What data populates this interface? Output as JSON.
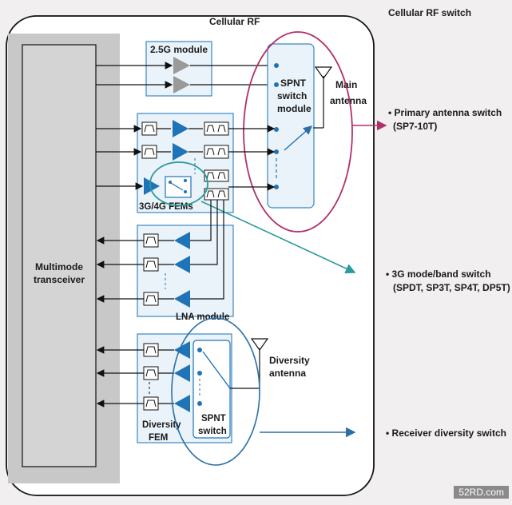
{
  "labels": {
    "cellular_rf": "Cellular RF",
    "cellular_rf_switch": "Cellular RF switch",
    "module_2_5g": "2.5G module",
    "spnt_switch_module": [
      "SPNT",
      "switch",
      "module"
    ],
    "main_antenna": [
      "Main",
      "antenna"
    ],
    "fems_3g4g": "3G/4G FEMs",
    "lna_module": "LNA module",
    "multimode_transceiver": [
      "Multimode",
      "transceiver"
    ],
    "diversity_antenna": [
      "Diversity",
      "antenna"
    ],
    "diversity_fem": [
      "Diversity",
      "FEM"
    ],
    "spnt_switch": [
      "SPNT",
      "switch"
    ]
  },
  "annotations": {
    "primary": [
      "• Primary antenna switch",
      "(SP7-10T)"
    ],
    "mode_band": [
      "• 3G mode/band switch",
      "(SPDT, SP3T, SP4T, DP5T)"
    ],
    "diversity": "• Receiver diversity switch"
  },
  "watermark": "52RD.com",
  "colors": {
    "blue": "#1f73b7",
    "teal": "#2a9a9a",
    "magenta": "#b0306a",
    "gray": "#c8c8c8"
  }
}
